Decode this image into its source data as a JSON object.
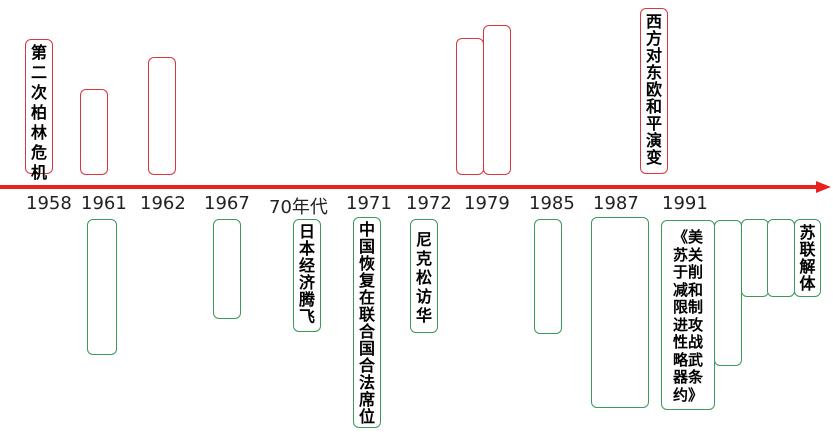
{
  "years": [
    "1958",
    "1961",
    "1962",
    "1967",
    "70年代",
    "1971",
    "1972",
    "1979",
    "1985",
    "1987",
    "1991"
  ],
  "events": {
    "berlin_crisis": "第\n二\n次\n柏\n林\n危\n机",
    "peaceful_evolution": "西\n方\n对\n东\n欧\n和\n平\n演\n变",
    "japan_rise": "日\n本\n经\n济\n腾\n飞",
    "china_un_seat": "中\n国\n恢\n复\n在\n联\n合\n国\n合\n法\n席\n位",
    "nixon_visit": "尼\n克\n松\n访\n华",
    "arms_treaty": "《美\n苏关\n于削\n减和\n限制\n进攻\n性战\n略武\n器条\n约》",
    "soviet_dissolution": "苏\n联\n解\n体"
  },
  "colors": {
    "arrow": "#e8231f",
    "above_border": "#d9363e",
    "below_border": "#3a9a58"
  }
}
